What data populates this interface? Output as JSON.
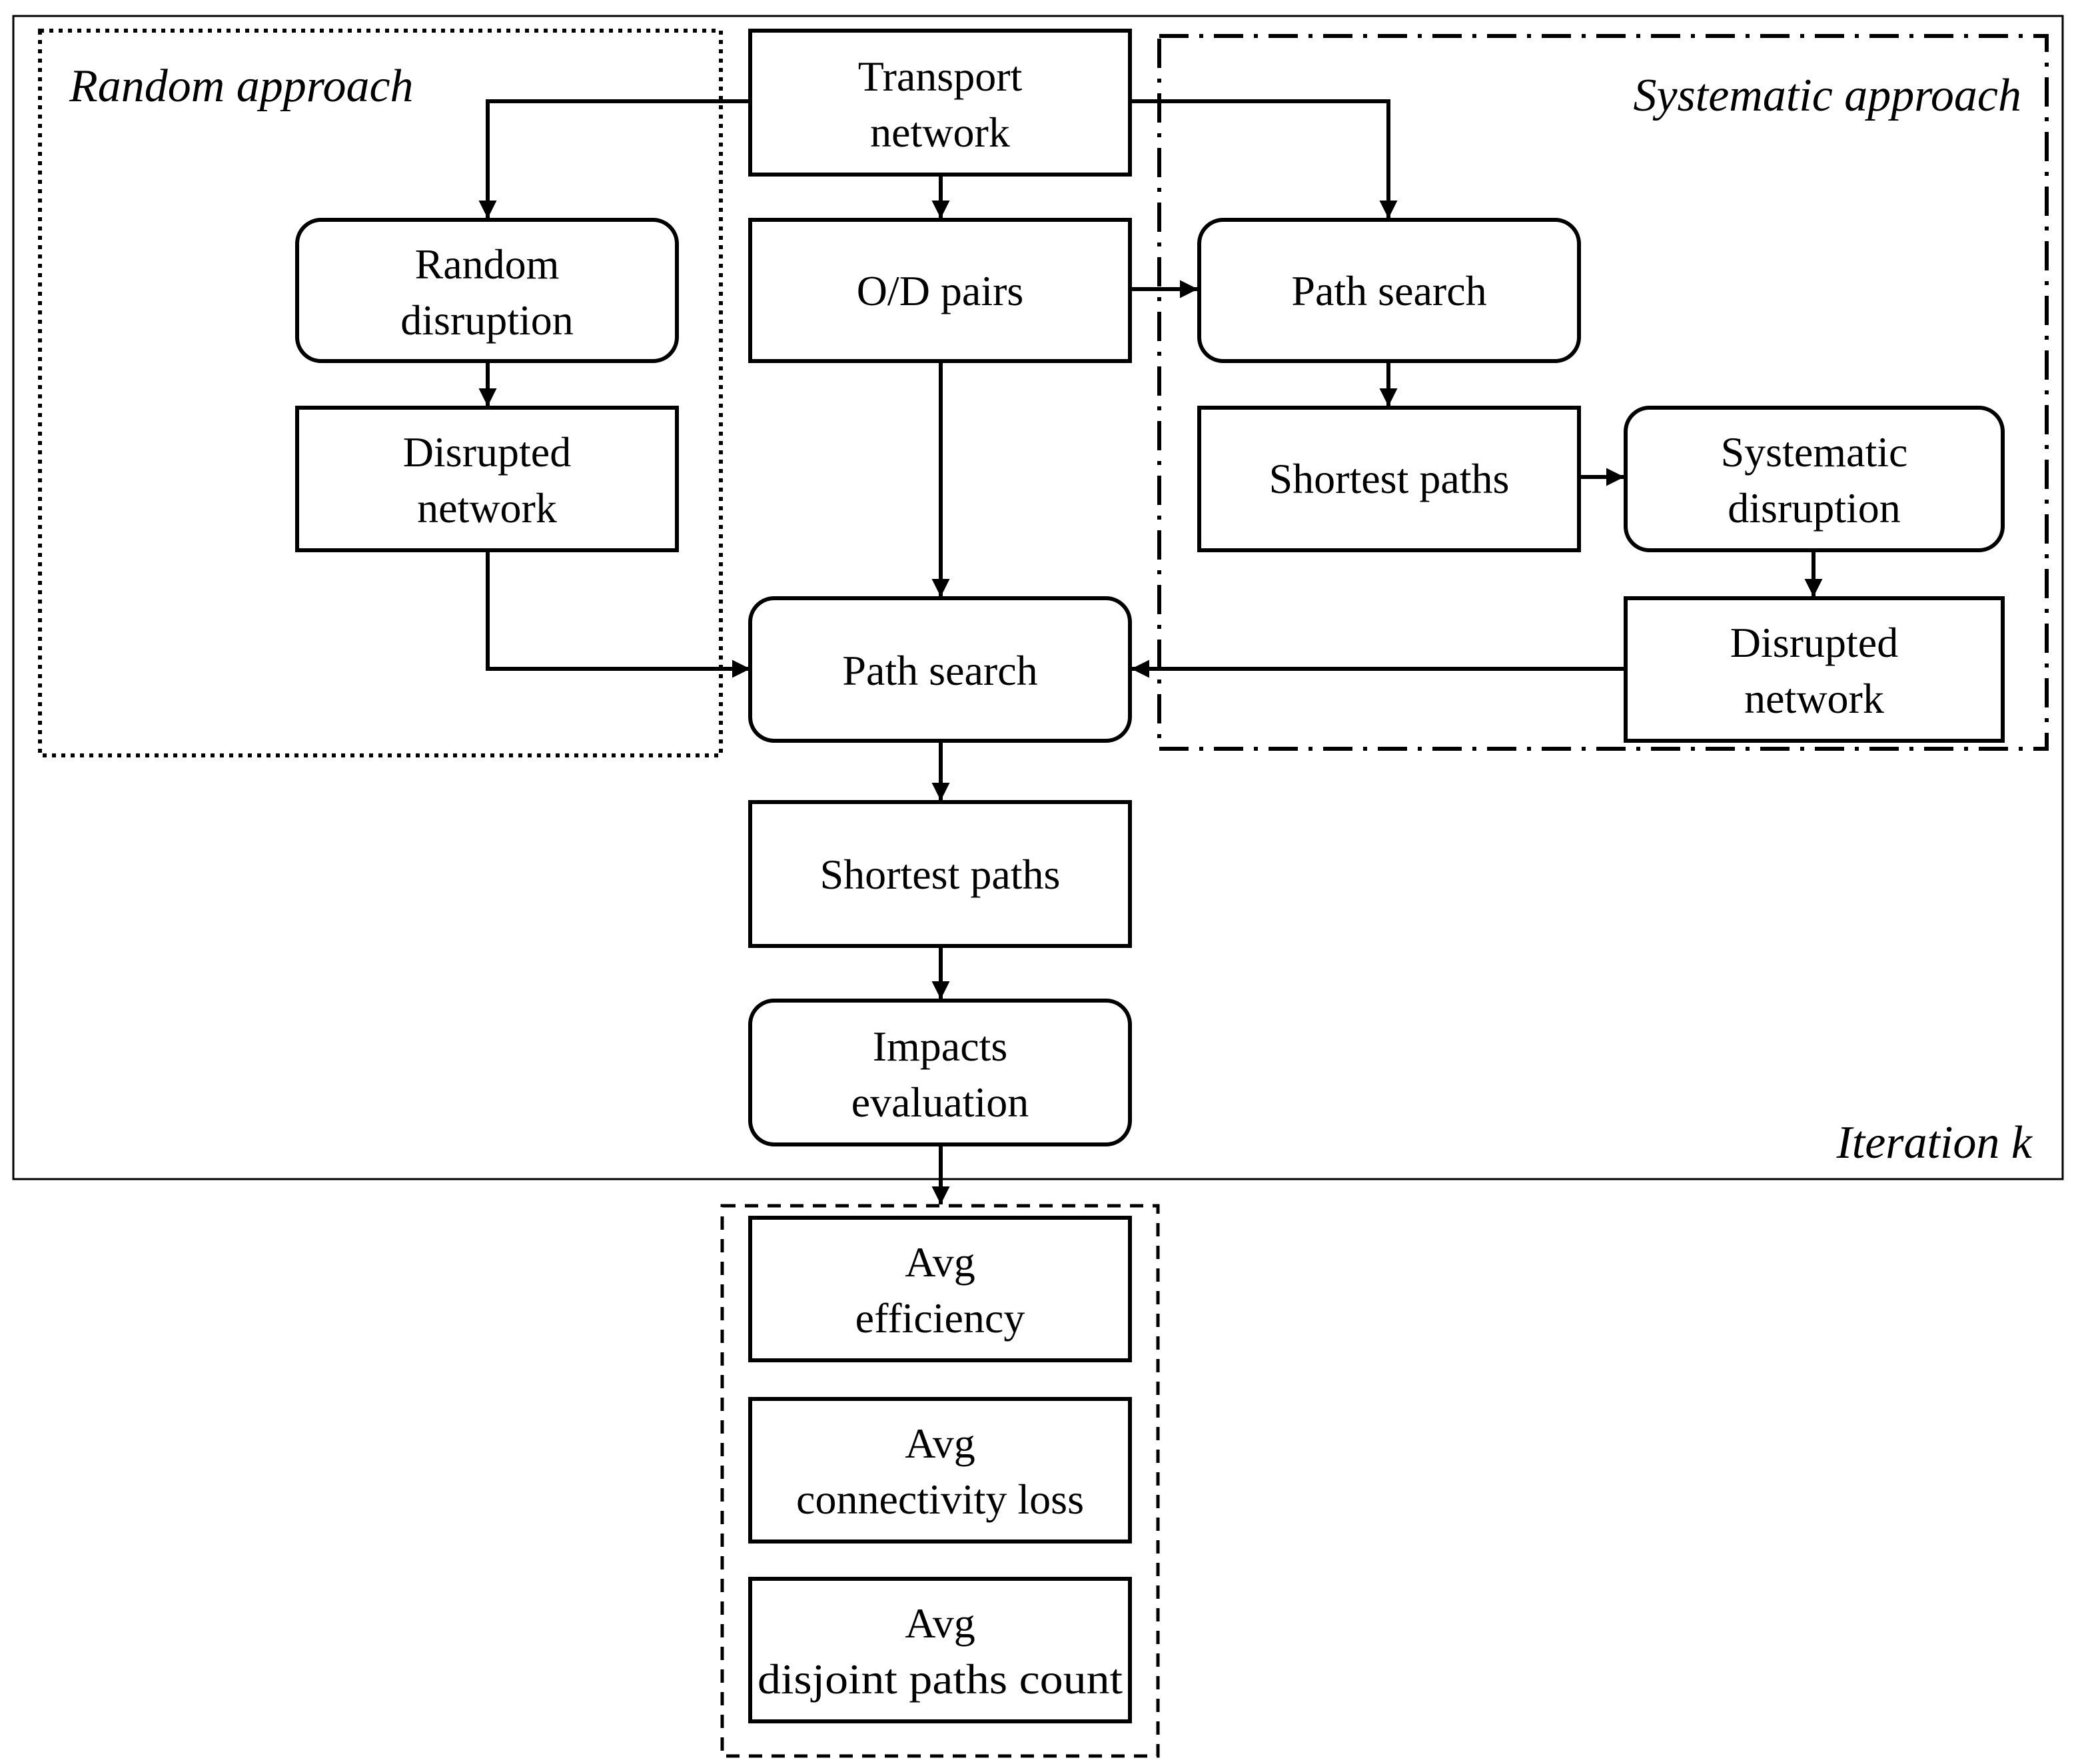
{
  "regions": {
    "random": "Random approach",
    "systematic": "Systematic approach",
    "iteration": "Iteration k"
  },
  "nodes": {
    "transport_network": [
      "Transport",
      "network"
    ],
    "od_pairs": [
      "O/D pairs"
    ],
    "random_disruption": [
      "Random",
      "disruption"
    ],
    "disrupted_network_random": [
      "Disrupted",
      "network"
    ],
    "path_search_sys": [
      "Path search"
    ],
    "shortest_paths_sys": [
      "Shortest paths"
    ],
    "systematic_disruption": [
      "Systematic",
      "disruption"
    ],
    "disrupted_network_sys": [
      "Disrupted",
      "network"
    ],
    "path_search_main": [
      "Path search"
    ],
    "shortest_paths_main": [
      "Shortest paths"
    ],
    "impacts_evaluation": [
      "Impacts",
      "evaluation"
    ],
    "avg_efficiency": [
      "Avg",
      "efficiency"
    ],
    "avg_connectivity_loss": [
      "Avg",
      "connectivity loss"
    ],
    "avg_disjoint_paths": [
      "Avg",
      "disjoint paths count"
    ]
  },
  "edges": [
    [
      "transport_network",
      "od_pairs"
    ],
    [
      "transport_network",
      "random_disruption"
    ],
    [
      "transport_network",
      "path_search_sys"
    ],
    [
      "random_disruption",
      "disrupted_network_random"
    ],
    [
      "disrupted_network_random",
      "path_search_main"
    ],
    [
      "od_pairs",
      "path_search_sys"
    ],
    [
      "od_pairs",
      "path_search_main"
    ],
    [
      "path_search_sys",
      "shortest_paths_sys"
    ],
    [
      "shortest_paths_sys",
      "systematic_disruption"
    ],
    [
      "systematic_disruption",
      "disrupted_network_sys"
    ],
    [
      "disrupted_network_sys",
      "path_search_main"
    ],
    [
      "path_search_main",
      "shortest_paths_main"
    ],
    [
      "shortest_paths_main",
      "impacts_evaluation"
    ],
    [
      "impacts_evaluation",
      "outputs"
    ]
  ]
}
